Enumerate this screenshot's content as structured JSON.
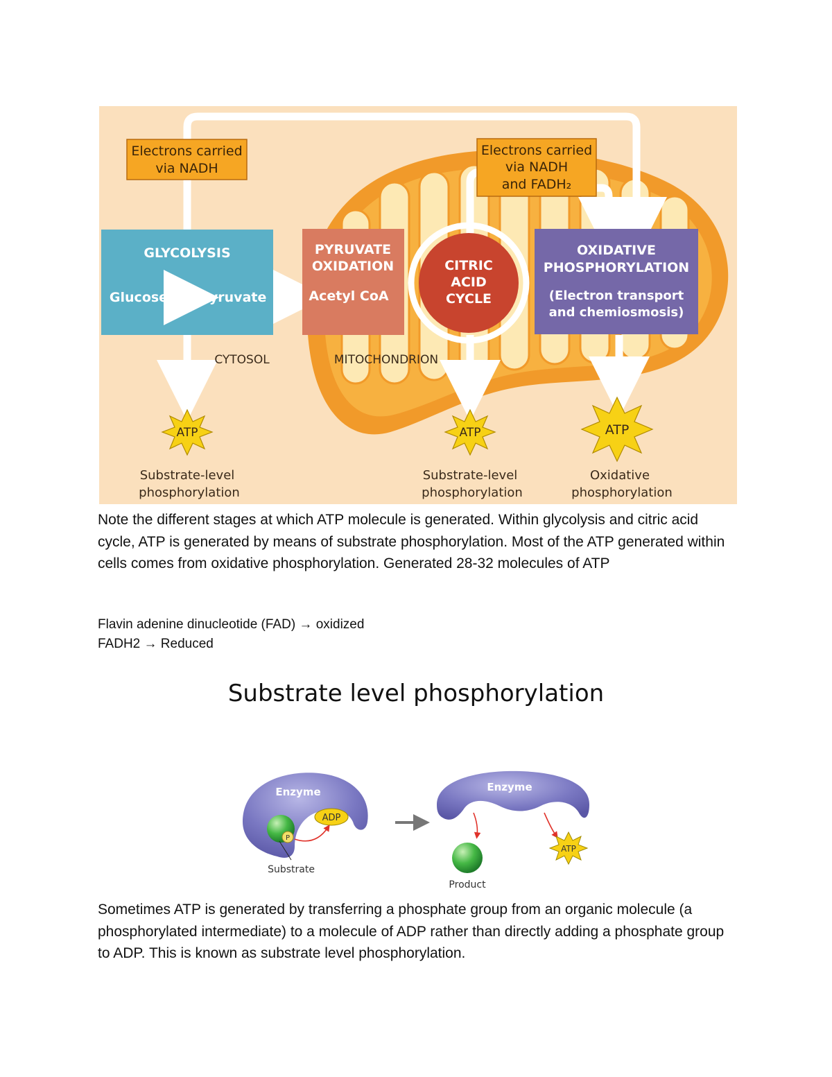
{
  "figure1": {
    "electrons_box_left": [
      "Electrons carried",
      "via NADH"
    ],
    "electrons_box_right": [
      "Electrons carried",
      "via NADH",
      "and FADH₂"
    ],
    "glycolysis": {
      "title": "GLYCOLYSIS",
      "from": "Glucose",
      "to": "Pyruvate"
    },
    "pyruvate_oxidation": {
      "title": [
        "PYRUVATE",
        "OXIDATION"
      ],
      "product": "Acetyl CoA"
    },
    "citric_acid_cycle": [
      "CITRIC",
      "ACID",
      "CYCLE"
    ],
    "oxidative_phosphorylation": {
      "title": [
        "OXIDATIVE",
        "PHOSPHORYLATION"
      ],
      "subtitle": [
        "(Electron transport",
        "and chemiosmosis)"
      ]
    },
    "region_labels": {
      "cytosol": "CYTOSOL",
      "mitochondrion": "MITOCHONDRION"
    },
    "atp_label": "ATP",
    "outputs": [
      [
        "Substrate-level",
        "phosphorylation"
      ],
      [
        "Substrate-level",
        "phosphorylation"
      ],
      [
        "Oxidative",
        "phosphorylation"
      ]
    ],
    "colors": {
      "background": "#fbe0bd",
      "mitochondrion_outer": "#f19a2a",
      "mitochondrion_inner": "#fde9b4",
      "electron_box": "#f6a623",
      "glycolysis": "#5bb0c7",
      "pyruvate": "#d97b60",
      "citric": "#c8442e",
      "oxidative": "#7568a8",
      "atp_star": "#f7d115"
    }
  },
  "paragraph1": "Note the different stages at which ATP molecule is generated. Within glycolysis and citric acid cycle, ATP is generated by means of substrate phosphorylation. Most of the ATP generated within cells comes from oxidative phosphorylation. Generated 28-32 molecules of ATP",
  "fad_line": "Flavin adenine dinucleotide (FAD) → oxidized",
  "fadh2_line": "FADH2 → Reduced",
  "heading2": "Substrate level phosphorylation",
  "figure2": {
    "enzyme_label": "Enzyme",
    "adp_label": "ADP",
    "phosphate_label": "P",
    "substrate_label": "Substrate",
    "product_label": "Product",
    "atp_label": "ATP"
  },
  "paragraph2": "Sometimes ATP is generated by transferring a phosphate group from an organic molecule (a phosphorylated intermediate) to a molecule of ADP rather than directly adding a phosphate group to ADP. This is known as substrate level phosphorylation."
}
